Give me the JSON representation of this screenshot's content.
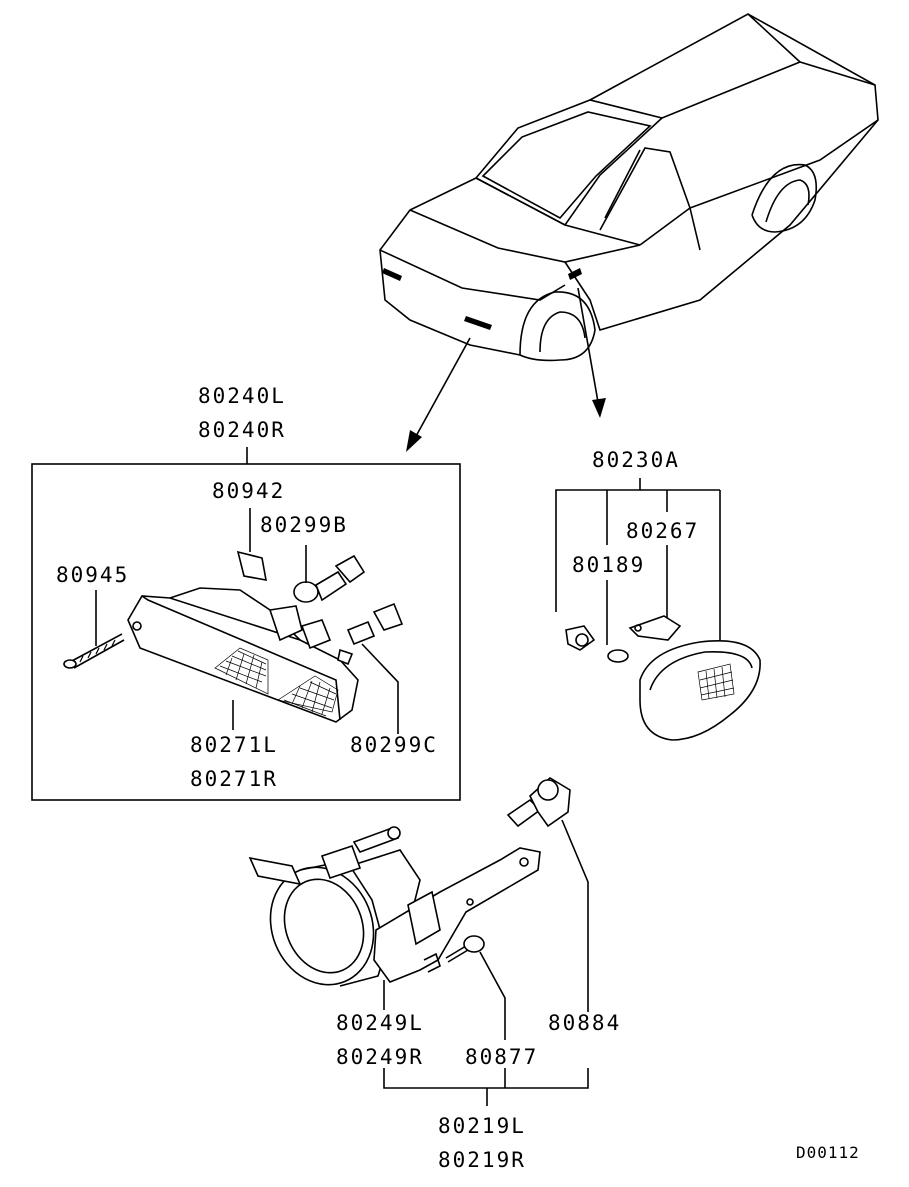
{
  "diagram": {
    "drawing_code": "D00112",
    "callouts": [
      {
        "key": "fr_lamp_l",
        "text": "80240L"
      },
      {
        "key": "fr_lamp_r",
        "text": "80240R"
      },
      {
        "key": "clip",
        "text": "80942"
      },
      {
        "key": "bulb_b",
        "text": "80299B"
      },
      {
        "key": "screw",
        "text": "80945"
      },
      {
        "key": "lens_l",
        "text": "80271L"
      },
      {
        "key": "lens_r",
        "text": "80271R"
      },
      {
        "key": "bulb_c",
        "text": "80299C"
      },
      {
        "key": "side_lamp",
        "text": "80230A"
      },
      {
        "key": "bracket",
        "text": "80267"
      },
      {
        "key": "socket",
        "text": "80189"
      },
      {
        "key": "bulb_h",
        "text": "80884"
      },
      {
        "key": "fog_l",
        "text": "80249L"
      },
      {
        "key": "fog_r",
        "text": "80249R"
      },
      {
        "key": "bolt",
        "text": "80877"
      },
      {
        "key": "fog_assy_l",
        "text": "80219L"
      },
      {
        "key": "fog_assy_r",
        "text": "80219R"
      }
    ]
  }
}
